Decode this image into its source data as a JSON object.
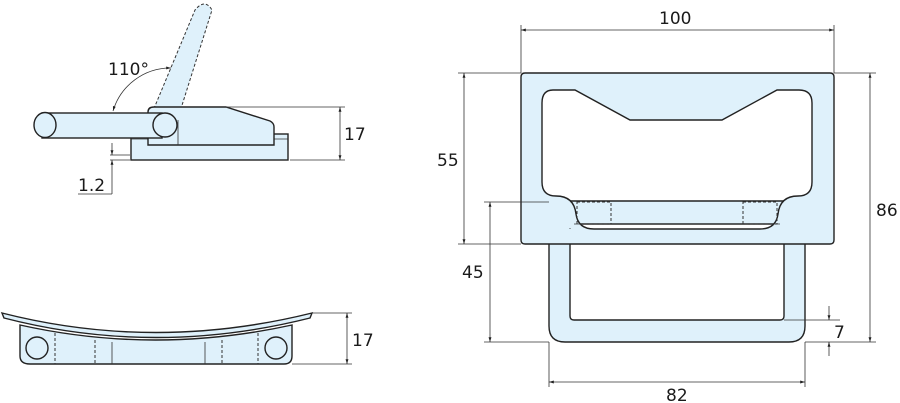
{
  "colors": {
    "part_fill": "#dff1fb",
    "line": "#222222"
  },
  "side_view": {
    "angle_label": "110°",
    "height_label": "17",
    "thickness_label": "1.2"
  },
  "bottom_view": {
    "height_label": "17"
  },
  "top_view": {
    "width_label": "100",
    "plate_height_label": "55",
    "handle_height_label": "45",
    "total_height_label": "86",
    "handle_width_label": "82",
    "handle_thickness_label": "7"
  }
}
